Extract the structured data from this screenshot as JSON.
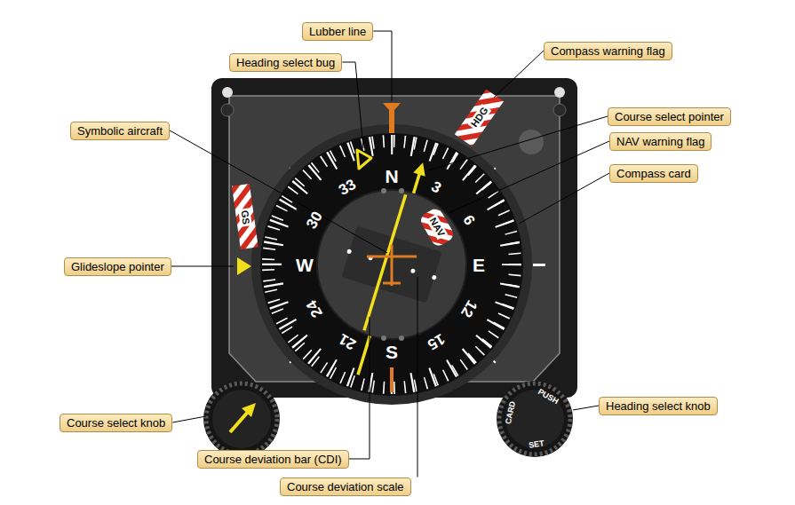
{
  "diagram": {
    "nodes": [
      {
        "text": [
          "Lubber line"
        ]
      },
      {
        "text": [
          "Heading select bug"
        ]
      },
      {
        "text": [
          "Compass warning flag"
        ]
      },
      {
        "text": [
          "Symbolic aircraft"
        ]
      },
      {
        "text": [
          "Course select pointer"
        ]
      },
      {
        "text": [
          "NAV warning flag"
        ]
      },
      {
        "text": [
          "Compass card"
        ]
      },
      {
        "text": [
          "Glideslope pointer"
        ]
      },
      {
        "text": [
          "Course select knob"
        ]
      },
      {
        "text": [
          "Heading select knob"
        ]
      },
      {
        "text": [
          "Course deviation bar (CDI)"
        ]
      },
      {
        "text": [
          "Course deviation scale"
        ]
      }
    ],
    "labels": [
      "N",
      "3",
      "6",
      "E",
      "12",
      "15",
      "S",
      "21",
      "24",
      "W",
      "30",
      "33",
      "HDG",
      "NAV",
      "GS",
      "PUSH",
      "CARD",
      "SET"
    ]
  }
}
